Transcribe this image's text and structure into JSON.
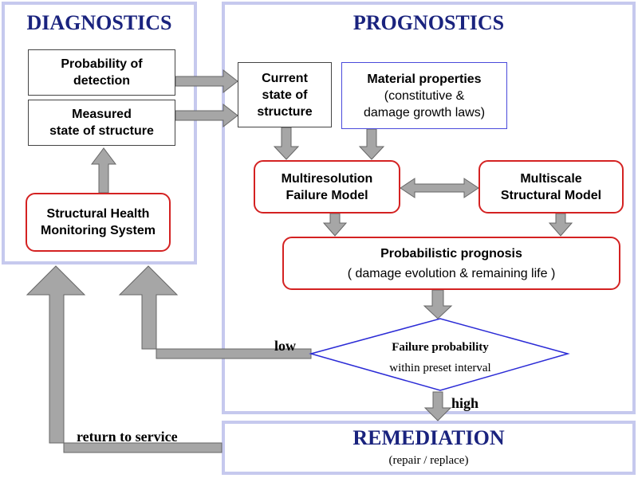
{
  "panels": {
    "diagnostics": "DIAGNOSTICS",
    "prognostics": "PROGNOSTICS",
    "remediation": "REMEDIATION",
    "remediation_sub": "(repair / replace)"
  },
  "boxes": {
    "probability_detection": [
      "Probability of",
      "detection"
    ],
    "measured_state": [
      "Measured",
      "state of structure"
    ],
    "shm_system": [
      "Structural Health",
      "Monitoring System"
    ],
    "current_state": [
      "Current",
      "state of",
      "structure"
    ],
    "material_properties": {
      "title": "Material properties",
      "line2": "(constitutive &",
      "line3": "damage growth laws)"
    },
    "multiresolution": [
      "Multiresolution",
      "Failure Model"
    ],
    "multiscale": [
      "Multiscale",
      "Structural Model"
    ],
    "prognosis": {
      "title": "Probabilistic prognosis",
      "sub": "( damage evolution & remaining life )"
    },
    "decision": {
      "title": "Failure probability",
      "sub": "within preset interval"
    }
  },
  "labels": {
    "low": "low",
    "high": "high",
    "return": "return to service"
  },
  "colors": {
    "panel_border": "#c6c9ee",
    "title": "#1a237e",
    "red_border": "#d42222",
    "blue_border": "#4a4adb",
    "arrow_fill": "#a6a6a6"
  }
}
